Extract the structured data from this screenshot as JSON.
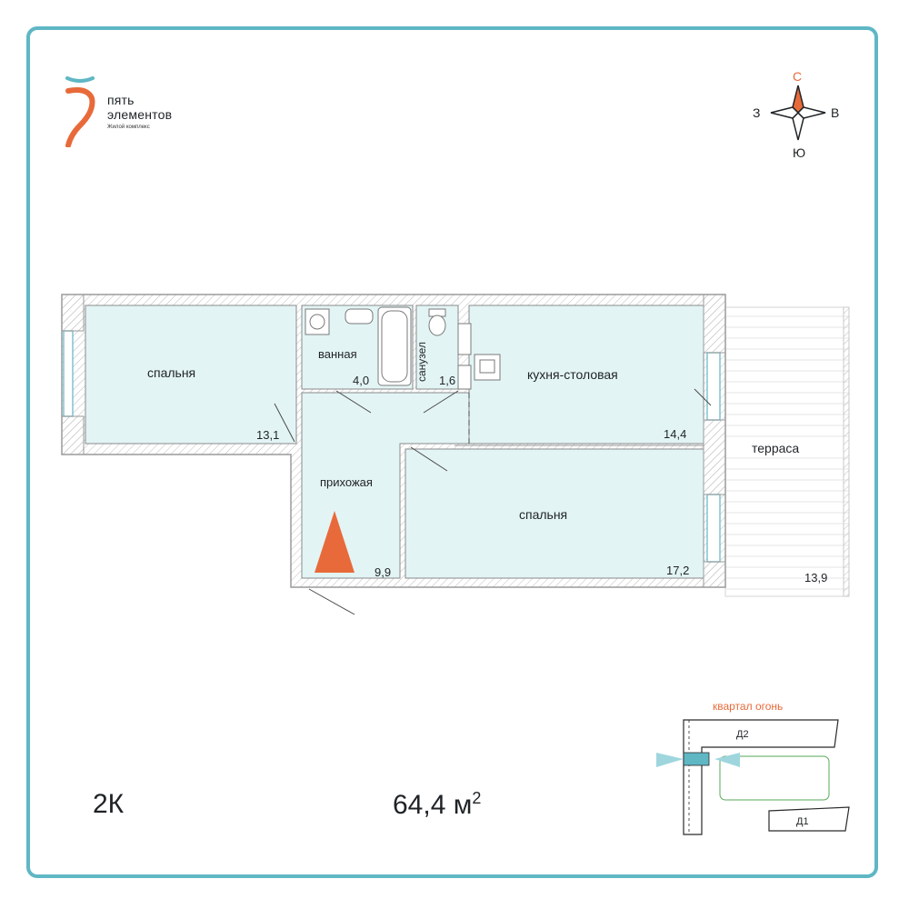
{
  "brand": {
    "line1": "пять",
    "line2": "элементов",
    "subtitle": "Жилой комплекс",
    "logo_icon": "five-logo-icon",
    "colors": {
      "accent": "#e86a3a",
      "teal": "#5fb7c4"
    }
  },
  "compass": {
    "north": "С",
    "south": "Ю",
    "west": "З",
    "east": "В",
    "icon": "compass-rose-icon"
  },
  "rooms": {
    "bedroom_left": {
      "name": "спальня",
      "area": "13,1"
    },
    "bathroom": {
      "name": "ванная",
      "area": "4,0"
    },
    "toilet": {
      "name": "санузел",
      "area": "1,6"
    },
    "kitchen": {
      "name": "кухня-столовая",
      "area": "14,4"
    },
    "hallway": {
      "name": "прихожая",
      "area": "9,9"
    },
    "bedroom_right": {
      "name": "спальня",
      "area": "17,2"
    },
    "terrace": {
      "name": "терраса",
      "area": "13,9"
    }
  },
  "apartment": {
    "type": "2К",
    "area_value": "64,4 м",
    "area_sup": "2"
  },
  "minimap": {
    "title": "квартал огонь",
    "building1": "Д2",
    "building2": "Д1"
  },
  "colors": {
    "frame": "#5fb7c4",
    "room_fill": "#e3f4f5",
    "wall": "#b9b9b9",
    "entrance_marker": "#e86a3a"
  }
}
